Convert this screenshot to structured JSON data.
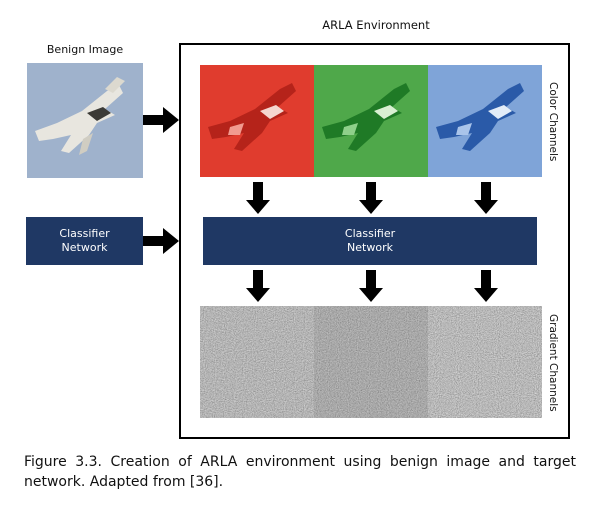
{
  "environment_title": "ARLA Environment",
  "benign_title": "Benign Image",
  "classifier_left": {
    "line1": "Classifier",
    "line2": "Network"
  },
  "classifier_main": {
    "line1": "Classifier",
    "line2": "Network"
  },
  "color_channels_label": "Color Channels",
  "gradient_channels_label": "Gradient Channels",
  "caption": "Figure 3.3. Creation of ARLA environment using benign image and target network. Adapted from [36].",
  "colors": {
    "classifier_fill": "#1f3864",
    "red_channel": "#e03c2e",
    "green_channel": "#3f9b3a",
    "blue_channel": "#5b86c9",
    "benign_bg": "#9fb2cc"
  }
}
